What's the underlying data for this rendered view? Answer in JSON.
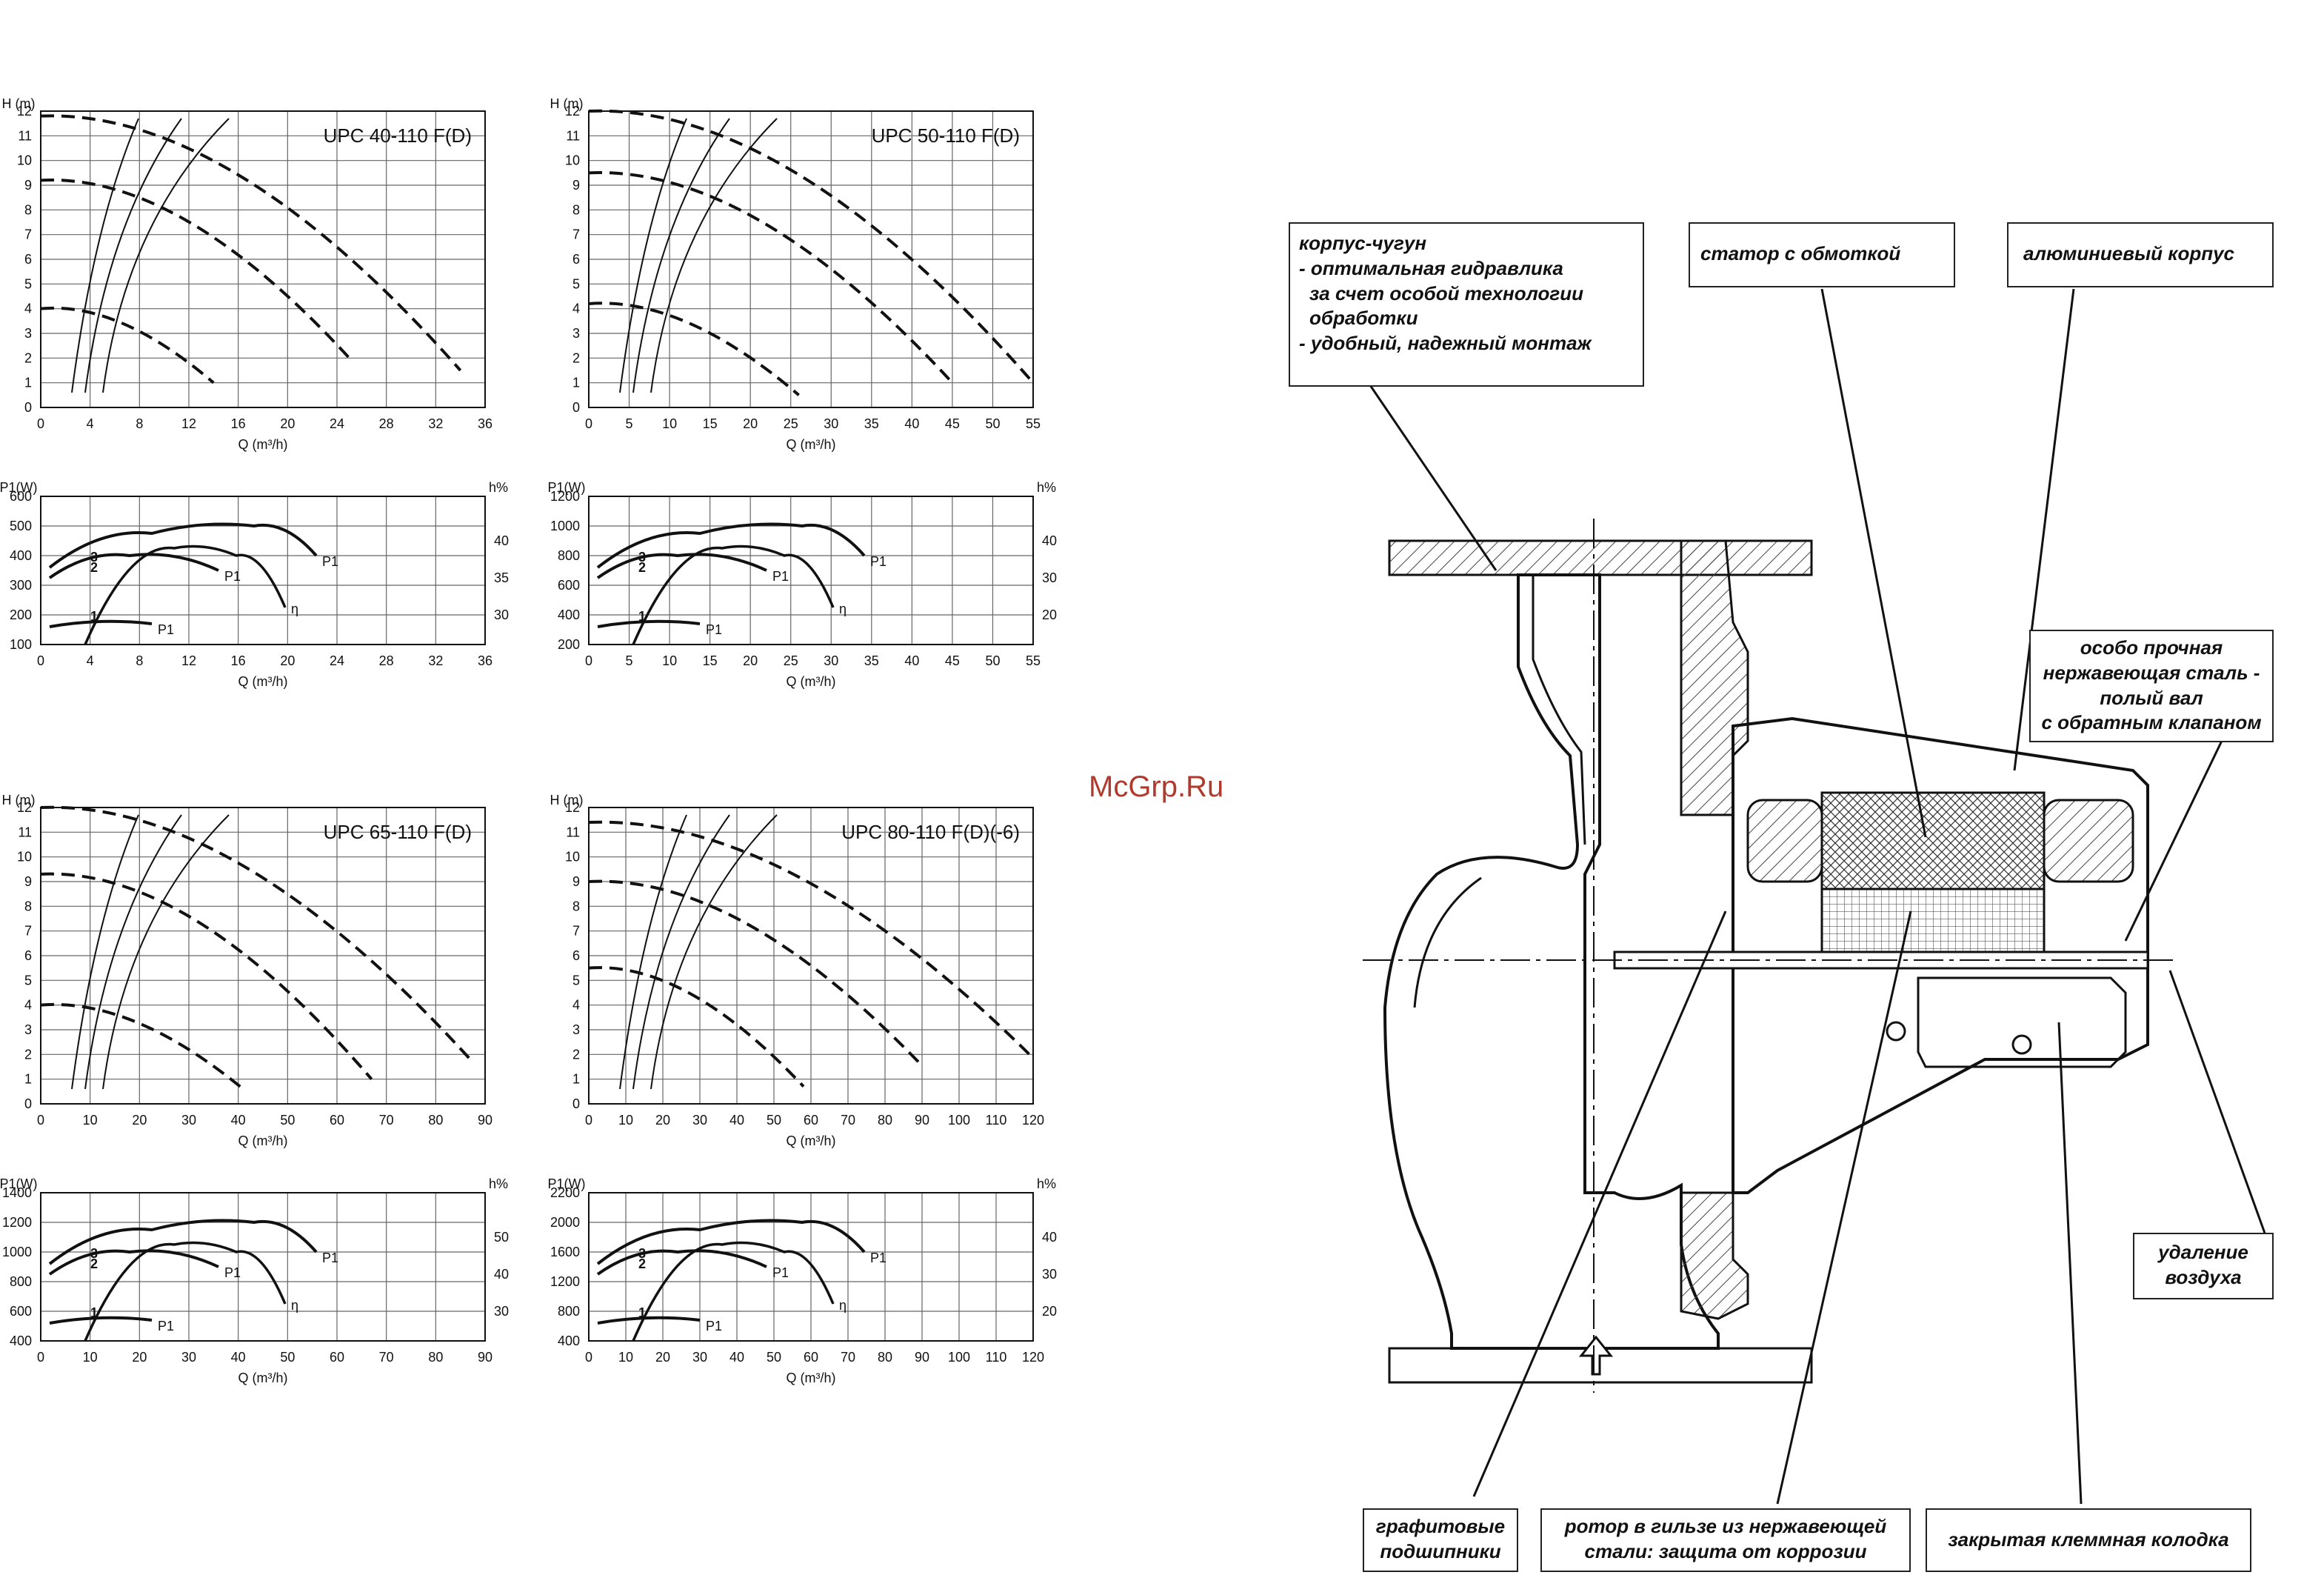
{
  "watermark": "McGrp.Ru",
  "axis_text": {
    "h_label": "H (m)",
    "q_label": "Q (m³/h)",
    "p1_label": "P1(W)",
    "eff_label": "h%"
  },
  "curve_text": {
    "n1": "1",
    "n2": "2",
    "n3": "3",
    "p1": "P1",
    "eta": "η"
  },
  "charts": [
    {
      "title": "UPC 40-110 F(D)",
      "h_ticks": [
        "0",
        "1",
        "2",
        "3",
        "4",
        "5",
        "6",
        "7",
        "8",
        "9",
        "10",
        "11",
        "12"
      ],
      "q_ticks": [
        "0",
        "4",
        "8",
        "12",
        "16",
        "20",
        "24",
        "28",
        "32",
        "36"
      ],
      "p_ticks": [
        "100",
        "200",
        "300",
        "400",
        "500",
        "600"
      ],
      "e_ticks": [
        "30",
        "35",
        "40"
      ]
    },
    {
      "title": "UPC 50-110 F(D)",
      "h_ticks": [
        "0",
        "1",
        "2",
        "3",
        "4",
        "5",
        "6",
        "7",
        "8",
        "9",
        "10",
        "11",
        "12"
      ],
      "q_ticks": [
        "0",
        "5",
        "10",
        "15",
        "20",
        "25",
        "30",
        "35",
        "40",
        "45",
        "50",
        "55"
      ],
      "p_ticks": [
        "200",
        "400",
        "600",
        "800",
        "1000",
        "1200"
      ],
      "e_ticks": [
        "20",
        "30",
        "40"
      ]
    },
    {
      "title": "UPC 65-110 F(D)",
      "h_ticks": [
        "0",
        "1",
        "2",
        "3",
        "4",
        "5",
        "6",
        "7",
        "8",
        "9",
        "10",
        "11",
        "12"
      ],
      "q_ticks": [
        "0",
        "10",
        "20",
        "30",
        "40",
        "50",
        "60",
        "70",
        "80",
        "90"
      ],
      "p_ticks": [
        "400",
        "600",
        "800",
        "1000",
        "1200",
        "1400"
      ],
      "e_ticks": [
        "30",
        "40",
        "50"
      ]
    },
    {
      "title": "UPC 80-110 F(D)(-6)",
      "h_ticks": [
        "0",
        "1",
        "2",
        "3",
        "4",
        "5",
        "6",
        "7",
        "8",
        "9",
        "10",
        "11",
        "12"
      ],
      "q_ticks": [
        "0",
        "10",
        "20",
        "30",
        "40",
        "50",
        "60",
        "70",
        "80",
        "90",
        "100",
        "110",
        "120"
      ],
      "p_ticks": [
        "400",
        "800",
        "1200",
        "1600",
        "2000",
        "2200"
      ],
      "e_ticks": [
        "20",
        "30",
        "40"
      ]
    }
  ],
  "chart_data": [
    {
      "type": "line",
      "title": "UPC 40-110 F(D)",
      "xlabel": "Q (m³/h)",
      "ylabel": "H (m)",
      "xlim": [
        0,
        36
      ],
      "ylim": [
        0,
        12
      ],
      "series": [
        {
          "name": "3",
          "x": [
            0,
            34
          ],
          "y": [
            11.8,
            1.5
          ]
        },
        {
          "name": "2",
          "x": [
            0,
            25
          ],
          "y": [
            9.2,
            2.0
          ]
        },
        {
          "name": "1",
          "x": [
            0,
            14
          ],
          "y": [
            4.0,
            1.0
          ]
        }
      ]
    },
    {
      "type": "line",
      "title": "UPC 50-110 F(D)",
      "xlabel": "Q (m³/h)",
      "ylabel": "H (m)",
      "xlim": [
        0,
        55
      ],
      "ylim": [
        0,
        12
      ],
      "series": [
        {
          "name": "3",
          "x": [
            0,
            55
          ],
          "y": [
            12.0,
            1.0
          ]
        },
        {
          "name": "2",
          "x": [
            0,
            45
          ],
          "y": [
            9.5,
            1.0
          ]
        },
        {
          "name": "1",
          "x": [
            0,
            26
          ],
          "y": [
            4.2,
            0.5
          ]
        }
      ]
    },
    {
      "type": "line",
      "title": "UPC 65-110 F(D)",
      "xlabel": "Q (m³/h)",
      "ylabel": "H (m)",
      "xlim": [
        0,
        90
      ],
      "ylim": [
        0,
        12
      ],
      "series": [
        {
          "name": "3",
          "x": [
            0,
            87
          ],
          "y": [
            12.0,
            1.8
          ]
        },
        {
          "name": "2",
          "x": [
            0,
            67
          ],
          "y": [
            9.3,
            1.0
          ]
        },
        {
          "name": "1",
          "x": [
            0,
            41
          ],
          "y": [
            4.0,
            0.6
          ]
        }
      ]
    },
    {
      "type": "line",
      "title": "UPC 80-110 F(D)(-6)",
      "xlabel": "Q (m³/h)",
      "ylabel": "H (m)",
      "xlim": [
        0,
        120
      ],
      "ylim": [
        0,
        12
      ],
      "series": [
        {
          "name": "3",
          "x": [
            0,
            119
          ],
          "y": [
            11.4,
            2.0
          ]
        },
        {
          "name": "2",
          "x": [
            0,
            89
          ],
          "y": [
            9.0,
            1.7
          ]
        },
        {
          "name": "1",
          "x": [
            0,
            58
          ],
          "y": [
            5.5,
            0.7
          ]
        }
      ]
    }
  ],
  "labels": {
    "body": [
      "корпус-чугун",
      "- оптимальная гидравлика",
      "  за счет особой технологии",
      "  обработки",
      "- удобный, надежный монтаж"
    ],
    "stator": [
      "статор с обмоткой"
    ],
    "housing": [
      "алюминиевый корпус"
    ],
    "shaft": [
      "особо прочная",
      "нержавеющая сталь -",
      "полый вал",
      "с обратным клапаном"
    ],
    "air": [
      "удаление",
      "воздуха"
    ],
    "bearings": [
      "графитовые",
      "подшипники"
    ],
    "rotor": [
      "ротор в гильзе из нержавеющей",
      "стали: защита от коррозии"
    ],
    "terminal": [
      "закрытая клеммная колодка"
    ]
  },
  "colors": {
    "line": "#111111",
    "grid": "#666666",
    "hatch": "#444444",
    "watermark": "#b03a2e"
  }
}
